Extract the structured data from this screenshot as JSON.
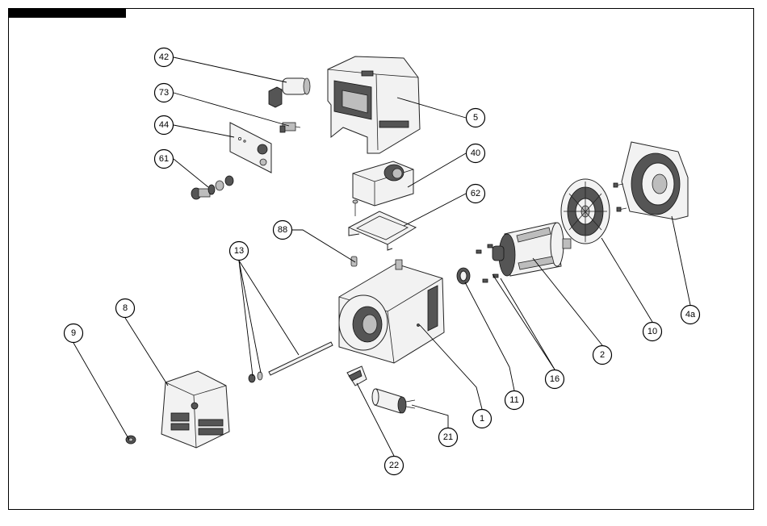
{
  "diagram": {
    "callouts": [
      {
        "id": "c42",
        "label": "42"
      },
      {
        "id": "c73",
        "label": "73"
      },
      {
        "id": "c44",
        "label": "44"
      },
      {
        "id": "c61",
        "label": "61"
      },
      {
        "id": "c5",
        "label": "5"
      },
      {
        "id": "c40",
        "label": "40"
      },
      {
        "id": "c62",
        "label": "62"
      },
      {
        "id": "c88",
        "label": "88"
      },
      {
        "id": "c13",
        "label": "13"
      },
      {
        "id": "c8",
        "label": "8"
      },
      {
        "id": "c9",
        "label": "9"
      },
      {
        "id": "c1",
        "label": "1"
      },
      {
        "id": "c11",
        "label": "11"
      },
      {
        "id": "c16",
        "label": "16"
      },
      {
        "id": "c2",
        "label": "2"
      },
      {
        "id": "c10",
        "label": "10"
      },
      {
        "id": "c4a",
        "label": "4a"
      },
      {
        "id": "c21",
        "label": "21"
      },
      {
        "id": "c22",
        "label": "22"
      }
    ]
  }
}
